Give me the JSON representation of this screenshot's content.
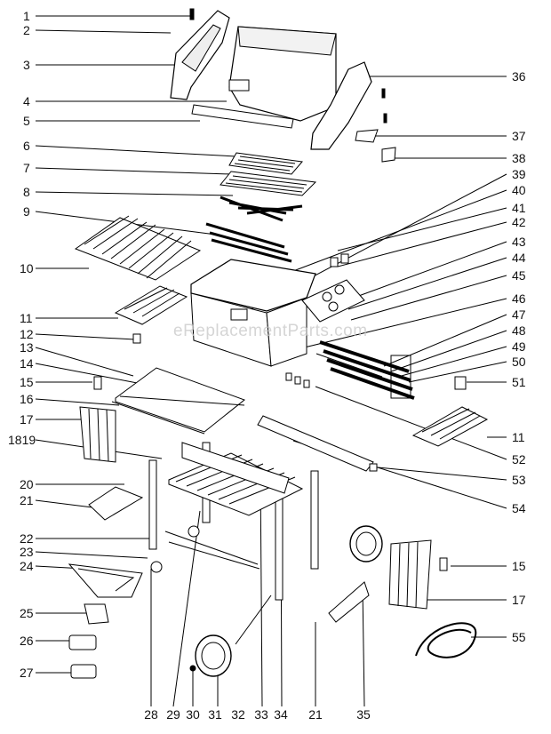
{
  "diagram": {
    "watermark": "eReplacementParts.com",
    "left_labels": [
      "1",
      "2",
      "3",
      "4",
      "5",
      "6",
      "7",
      "8",
      "9",
      "10",
      "11",
      "12",
      "13",
      "14",
      "15",
      "16",
      "17",
      "1819",
      "20",
      "21",
      "22",
      "23",
      "24",
      "25",
      "26",
      "27"
    ],
    "right_labels": [
      "36",
      "37",
      "38",
      "39",
      "40",
      "41",
      "42",
      "43",
      "44",
      "45",
      "46",
      "47",
      "48",
      "49",
      "50",
      "51",
      "11",
      "52",
      "53",
      "54",
      "15",
      "17",
      "55"
    ],
    "bottom_labels": [
      "28",
      "29",
      "30",
      "31",
      "32",
      "33",
      "34",
      "21",
      "35"
    ]
  }
}
